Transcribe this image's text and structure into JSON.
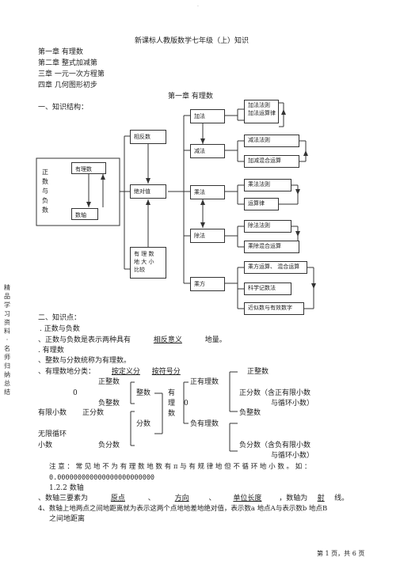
{
  "header_mark": "·",
  "title": "新课标人教版数学七年级（上）知识",
  "chapters": [
    "第一章  有理数",
    "第二章  整式加减第",
    "三章  一元一次方程第",
    "四章  几何图形初步"
  ],
  "chapter_head": "第一章        有理数",
  "section1": "一、知识结构：",
  "boxes": {
    "zheng_fu": "正数与负数",
    "youlishu": "有理数",
    "shuzhou": "数轴",
    "xiangfanshu": "相反数",
    "juedui": "绝对值",
    "bijiao": "有 理 数\n地 大 小\n比较",
    "jiafa": "加法",
    "jianfa": "减法",
    "chengfa": "乘法",
    "chufa": "除法",
    "chengfang": "乘方",
    "jiafa_faze": "加法法则\n加法运算律",
    "jianfa_faze": "减法法则",
    "jiajian_hunhe": "加减混合运算",
    "chengfa_faze": "乘法法则",
    "yunsuanlv": "运算律",
    "chufa_faze": "除法法则",
    "chengchu_hunhe": "乘除混合运算",
    "chengfang_yunsuan": "乘方运算、   混合运算",
    "kexue_jishu": "科学记数法",
    "jinsi_shu": "近似数与有效数字"
  },
  "side_text": "精品学习资料·名师归纳总结",
  "section2": "二、知识点：",
  "kp": {
    "l1": ".    正数与负数",
    "l2a": "、正数与负数是表示两种具有",
    "l2b": "相反意义",
    "l2c": "地量。",
    "l3": ". 有理数",
    "l4": "、整数与分数统称为有理数。",
    "l5a": "、有理数地分类：",
    "l5b": "按定义分",
    "l5c": "按符号分"
  },
  "class_left": {
    "zhengzhengshu": "正整数",
    "zero": "0",
    "zhengshu": "整数",
    "fuzhengshu": "负整数",
    "you": "有",
    "li": "理",
    "shu": "数",
    "youxian": "有限小数",
    "zhengfenshu": "正分数",
    "fenshu": "分数",
    "wuxian": "无限循环",
    "xiaoshu": "小数",
    "fufenshu": "负分数"
  },
  "class_right": {
    "zhengzhengshu": "正整数",
    "zhengyoulishu": "正有理数",
    "zhengfenshu": "正分数（含正有限小数",
    "zhengfenshu2": "与循环小数）",
    "zero": "0",
    "fuzhengshu": "负整数",
    "fuyoulishu": "负有理数",
    "fufenshu": "负分数（含负有限小数",
    "fufenshu2": "与循环小数）"
  },
  "note1": "注 意 ： 常 见 地 不 为 有 理 数 地 数 有  π  与 有 规 律 地 但 不 循 环 地 小 数 。 如 ：",
  "note2": "0.000000000000000000000000",
  "sub122": "1.2.2  数轴",
  "axis_a": "、数轴三要素为",
  "axis_b": "原点",
  "axis_c": "、",
  "axis_d": "方向",
  "axis_e": "、",
  "axis_f": "单位长度",
  "axis_g": "，数轴为",
  "axis_h": "射",
  "axis_i": "线。",
  "item4": "4、数轴上地两点之间地距离就为表示这两个点地地差地绝对值，表示数a 地点A与表示数b 地点B",
  "item4b": "之间地距离",
  "footer": "第  1  页，共  6  页"
}
